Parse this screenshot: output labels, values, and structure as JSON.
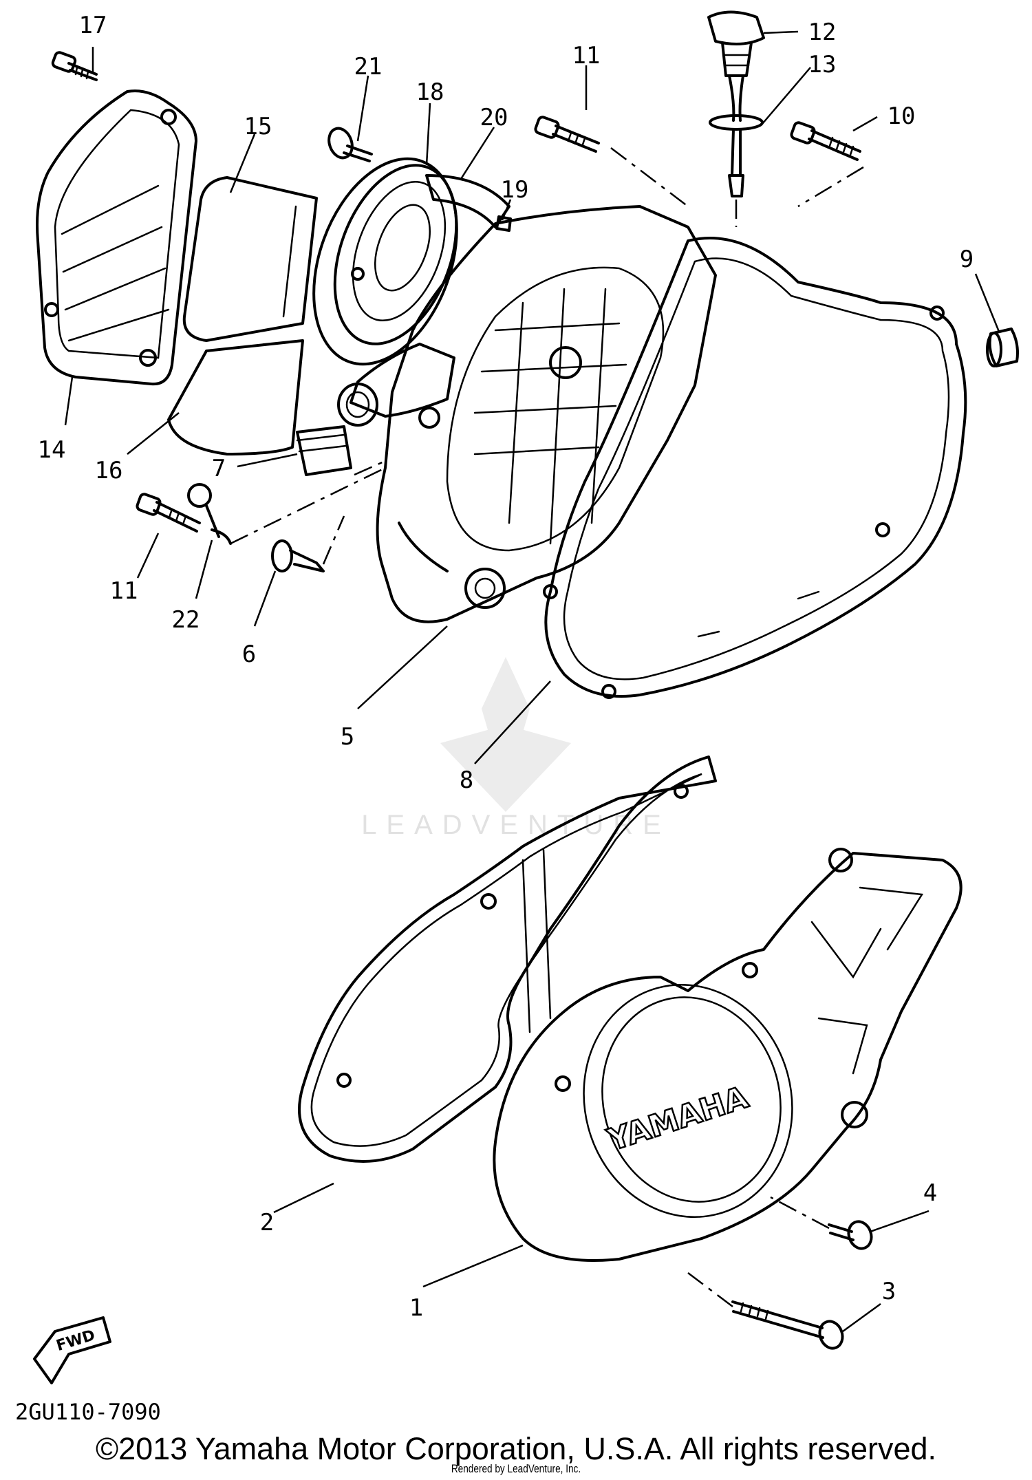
{
  "diagram": {
    "callouts": [
      "17",
      "21",
      "18",
      "20",
      "11",
      "12",
      "13",
      "10",
      "15",
      "19",
      "9",
      "14",
      "16",
      "7",
      "11",
      "22",
      "6",
      "5",
      "8",
      "4",
      "2",
      "3",
      "1"
    ],
    "drawing_number": "2GU110-7090",
    "fwd_label": "FWD",
    "cover_emblem": "YAMAHA",
    "watermark": "LEADVENTURE"
  },
  "footer": {
    "copyright": "©2013 Yamaha Motor Corporation, U.S.A. All rights reserved.",
    "rendered_by": "Rendered by LeadVenture, Inc."
  }
}
